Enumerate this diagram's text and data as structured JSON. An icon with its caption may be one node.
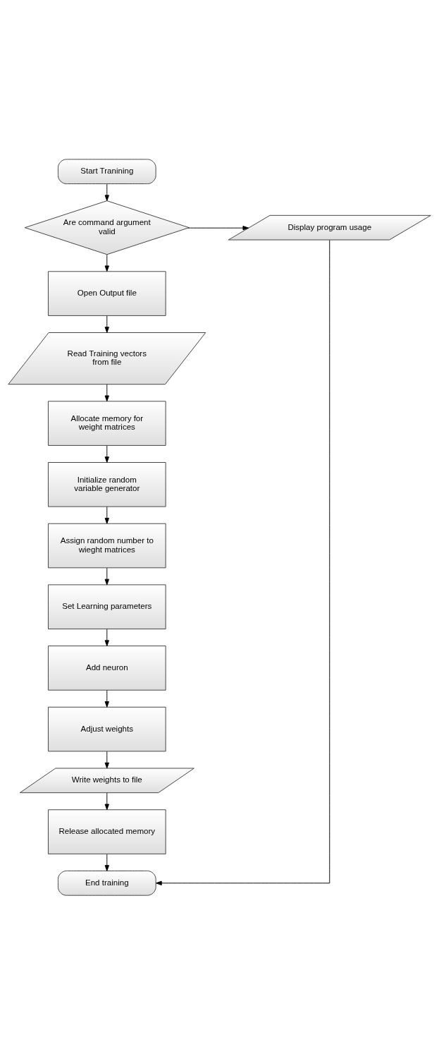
{
  "diagram": {
    "nodes": [
      {
        "text": [
          "Start Tranining"
        ]
      },
      {
        "text": [
          "Are command argument valid"
        ]
      },
      {
        "text": [
          "Display program usage"
        ]
      },
      {
        "text": [
          "Open Output file"
        ]
      },
      {
        "text": [
          "Read Training vectors from file"
        ]
      },
      {
        "text": [
          "Allocate memory for weight matrices"
        ]
      },
      {
        "text": [
          "Initialize random variable generator"
        ]
      },
      {
        "text": [
          "Assign random number to wieght matrices"
        ]
      },
      {
        "text": [
          "Set Learning parameters"
        ]
      },
      {
        "text": [
          "Add neuron"
        ]
      },
      {
        "text": [
          "Adjust weights"
        ]
      },
      {
        "text": [
          "Write weights to file"
        ]
      },
      {
        "text": [
          "Release allocated memory"
        ]
      },
      {
        "text": [
          "End training"
        ]
      }
    ],
    "edges": [
      {
        "from": 0,
        "to": 1,
        "arrow": "to"
      },
      {
        "from": 1,
        "to": 2,
        "arrow": "to"
      },
      {
        "from": 1,
        "to": 3,
        "arrow": "to"
      },
      {
        "from": 3,
        "to": 4,
        "arrow": "to"
      },
      {
        "from": 4,
        "to": 5,
        "arrow": "to"
      },
      {
        "from": 5,
        "to": 6,
        "arrow": "to"
      },
      {
        "from": 6,
        "to": 7,
        "arrow": "to"
      },
      {
        "from": 7,
        "to": 8,
        "arrow": "to"
      },
      {
        "from": 8,
        "to": 9,
        "arrow": "to"
      },
      {
        "from": 9,
        "to": 10,
        "arrow": "to"
      },
      {
        "from": 10,
        "to": 11,
        "arrow": "to"
      },
      {
        "from": 11,
        "to": 12,
        "arrow": "to"
      },
      {
        "from": 12,
        "to": 13,
        "arrow": "to"
      },
      {
        "from": 2,
        "to": 13,
        "arrow": "to"
      }
    ]
  }
}
